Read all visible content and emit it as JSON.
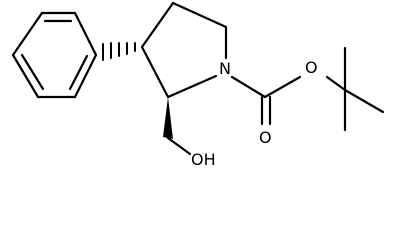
{
  "structure": {
    "atoms": {
      "nitrogen": "N",
      "carbonyl_oxygen": "O",
      "ester_oxygen": "O",
      "hydroxyl": "OH"
    }
  },
  "colors": {
    "bond": "#000000",
    "background": "#ffffff"
  }
}
